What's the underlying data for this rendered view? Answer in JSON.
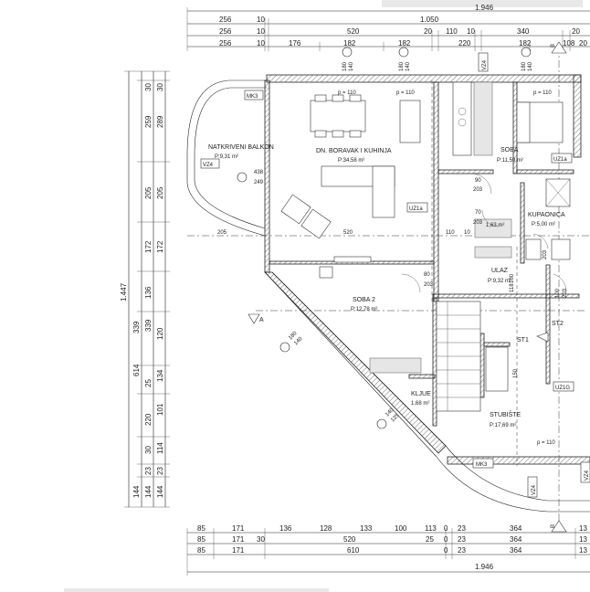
{
  "top_dims": {
    "row0_total": "1.946",
    "row1": [
      "256",
      "10",
      "1.050"
    ],
    "row2": [
      "256",
      "10",
      "520",
      "20",
      "110",
      "10",
      "340",
      "20"
    ],
    "row3": [
      "256",
      "10",
      "176",
      "182",
      "182",
      "220",
      "182",
      "108",
      "20"
    ]
  },
  "bottom_dims": {
    "row1": [
      "85",
      "171",
      "136",
      "128",
      "133",
      "100",
      "113",
      "0",
      "23",
      "364",
      "13"
    ],
    "row2": [
      "85",
      "171",
      "30",
      "520",
      "25",
      "0",
      "23",
      "364",
      "13"
    ],
    "row3": [
      "85",
      "171",
      "610",
      "0",
      "23",
      "364",
      "13"
    ],
    "total": "1.946"
  },
  "left_dims": {
    "total": "1.447",
    "col1": [
      "614",
      "339",
      "144"
    ],
    "col2": [
      "30",
      "259",
      "205",
      "172",
      "136",
      "339",
      "25",
      "220",
      "30",
      "23",
      "144"
    ],
    "col3": [
      "30",
      "289",
      "205",
      "172",
      "120",
      "134",
      "101",
      "114",
      "23",
      "144"
    ]
  },
  "rooms": {
    "balcony_name": "NATKRIVENI BALKON",
    "balcony_area": "P:9,31 m²",
    "living_name": "DN. BORAVAK I KUHINJA",
    "living_area": "P:34,58 m²",
    "bedroom1_name": "SOBA",
    "bedroom1_area": "P:11,59 m²",
    "bath_name": "KUPAONICA",
    "bath_area": "P:5,00 m²",
    "wc_area": "1,63 m²",
    "entry_name": "ULAZ",
    "entry_area": "P:9,32 m²",
    "bedroom2_name": "SOBA 2",
    "bedroom2_area": "P:12,78 m²",
    "closet_name": "KLJUE",
    "closet_area": "1,68 m²",
    "stairs_name": "STUBIŠTE",
    "stairs_area": "P:17,69 m²"
  },
  "tags": {
    "mk3_top": "MK3",
    "mk3_bottom": "MK3",
    "vz4_left": "VZ4",
    "vz4_top": "VZ4",
    "vz4_bottom": "VZ4",
    "vz4_right": "VZ4",
    "uz1a_mid": "UZ1a",
    "uz1a_right": "UZ1a",
    "uz1g": "UZ1G",
    "st1": "ST1",
    "st2": "ST2",
    "section_a": "A",
    "section_b_top": "B",
    "section_b_bottom": "B"
  },
  "annotations": {
    "p110_a": "p = 110",
    "p110_b": "p = 110",
    "p110_c": "p = 110",
    "p110_d": "p = 110",
    "window_a": [
      "180",
      "140"
    ],
    "window_b": [
      "180",
      "140"
    ],
    "window_c": [
      "180",
      "140"
    ],
    "door_90_203": [
      "90",
      "203"
    ],
    "door_70_203": [
      "70",
      "203"
    ],
    "door_80_203": [
      "80",
      "203"
    ],
    "door_a1": [
      "438",
      "249"
    ],
    "stair_150": "150",
    "door_100_203": [
      "100",
      "203"
    ],
    "bath_203": "203",
    "entry_100": "100",
    "entry_118": "118",
    "balcony_dims": [
      "205",
      "520",
      "110",
      "10"
    ],
    "window_diag1": [
      "180",
      "140"
    ],
    "window_diag2": [
      "140",
      "125"
    ]
  }
}
